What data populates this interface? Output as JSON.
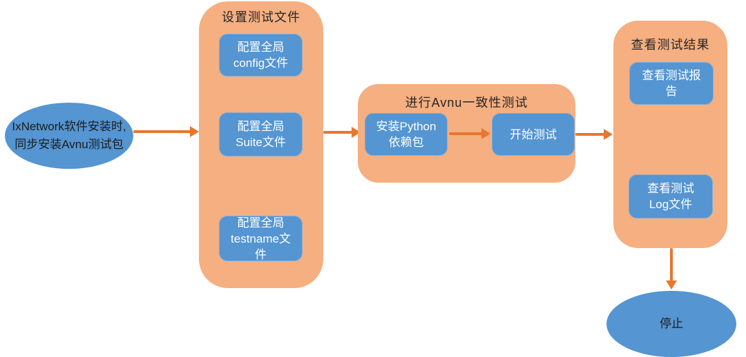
{
  "colors": {
    "canvas_bg": "#FFFFFF",
    "container_bg": "#F5AF80",
    "node_bg": "#5495D2",
    "arrow": "#E8762D",
    "node_text": "#FFFFFF",
    "title_text": "#262626",
    "ellipse_text": "#1C1C1C"
  },
  "start_node": {
    "label": "IxNetwork软件安装时,\n同步安装Avnu测试包"
  },
  "groups": [
    {
      "title": "设置测试文件",
      "steps": [
        {
          "label": "配置全局\nconfig文件"
        },
        {
          "label": "配置全局\nSuite文件"
        },
        {
          "label": "配置全局\ntestname文\n件"
        }
      ]
    },
    {
      "title": "进行Avnu一致性测试",
      "steps": [
        {
          "label": "安装Python\n依赖包"
        },
        {
          "label": "开始测试"
        }
      ]
    },
    {
      "title": "查看测试结果",
      "steps": [
        {
          "label": "查看测试报\n告"
        },
        {
          "label": "查看测试\nLog文件"
        }
      ]
    }
  ],
  "end_node": {
    "label": "停止"
  }
}
